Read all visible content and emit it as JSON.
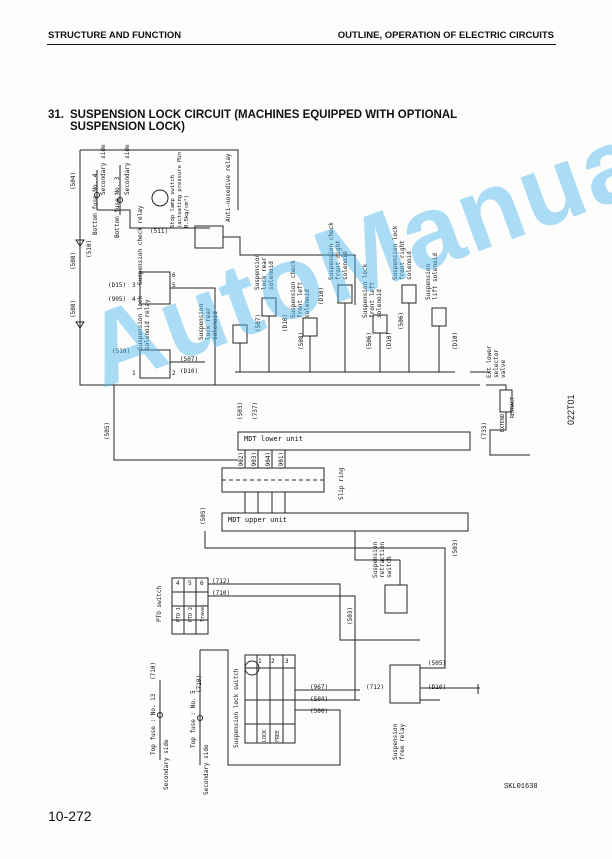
{
  "header": {
    "left": "STRUCTURE AND FUNCTION",
    "right": "OUTLINE, OPERATION OF ELECTRIC CIRCUITS"
  },
  "title": {
    "number": "31.",
    "line1": "SUSPENSION LOCK CIRCUIT (MACHINES EQUIPPED WITH OPTIONAL",
    "line2": "SUSPENSION LOCK)"
  },
  "watermark": "AutoManual",
  "page_number": "10-272",
  "figure_id": "SKL01638",
  "side_id": "022T01",
  "diagram": {
    "vertical_labels": {
      "bottom_fuse_4": "Bottom fuse No. 4",
      "bottom_fuse_3": "Bottom fuse No. 3",
      "secondary_side_1": "Secondary side",
      "secondary_side_2": "Secondary side",
      "stop_lamp_switch": "Stop lamp switch (actuating pressure Min 0.5kg/cm²)",
      "anti_nosedive_relay": "Anti-nosedive relay",
      "susp_check_relay": "Suspension check relay",
      "susp_lock_relay": "Suspension lock solenoid relay",
      "rear_lock_solenoid": "Suspension lock rear solenoid",
      "rear_lock_solenoid2": "Suspension lock rear solenoid",
      "check_front_left": "Suspension check front left solenoid",
      "check_front_right": "Suspension check front right solenoid",
      "lock_front_left": "Suspension lock front left solenoid",
      "lock_front_right": "Suspension lock front right solenoid",
      "lift_solenoid": "Suspension lift solenoid",
      "selector_valve": "Ext lower selector valve",
      "retract": "RETRACT",
      "extend": "EXTEND",
      "slip_ring": "Slip ring",
      "pto_switch": "PTO switch",
      "top_fuse_13": "Top fuse : No. 13",
      "top_fuse_5": "Top fuse : No. 5",
      "secondary_side_3": "Secondary side",
      "secondary_side_4": "Secondary side",
      "susp_lock_switch": "Suspension lock switch",
      "retraction_switch": "Suspension retraction switch",
      "free_relay": "Suspension free relay"
    },
    "wire_codes": [
      "(504)",
      "(510)",
      "(508)",
      "(508)",
      "(D15)",
      "(905)",
      "(510)",
      "(507)",
      "(D10)",
      "(511)",
      "(505)",
      "(503)",
      "(737)",
      "(733)",
      "(902)",
      "(903)",
      "(904)",
      "(901)",
      "(505)",
      "(503)",
      "(712)",
      "(710)",
      "(710)",
      "(710)",
      "(967)",
      "(504)",
      "(500)",
      "(503)",
      "(505)",
      "(D10)",
      "(712)",
      "(507)",
      "(D10)",
      "(508)",
      "(D10)",
      "(506)",
      "(D10)",
      "(506)",
      "(D10)"
    ],
    "units": {
      "lower": "MDT lower unit",
      "upper": "MDT upper unit"
    },
    "switch_table": {
      "pto_labels": [
        "PTO 1",
        "PTO 2",
        "Travel"
      ],
      "lock_labels": [
        "LOCK",
        "FREE"
      ],
      "terminals": [
        "1",
        "2",
        "3",
        "4",
        "5",
        "6"
      ]
    },
    "relay_pins": [
      "1",
      "2",
      "3",
      "4",
      "5",
      "6"
    ]
  }
}
